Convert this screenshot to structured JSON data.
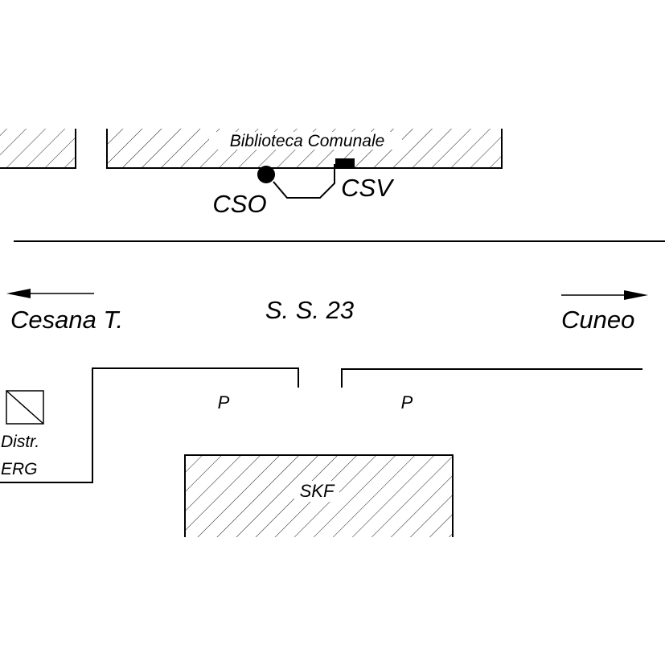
{
  "labels": {
    "library": "Biblioteca Comunale",
    "cso": "CSO",
    "csv": "CSV",
    "road": "S. S. 23",
    "west": "Cesana T.",
    "east": "Cuneo",
    "parking_left": "P",
    "parking_right": "P",
    "distr_line1": "Distr.",
    "distr_line2": "ERG",
    "skf": "SKF"
  },
  "colors": {
    "ink": "#000000",
    "background": "#ffffff"
  }
}
